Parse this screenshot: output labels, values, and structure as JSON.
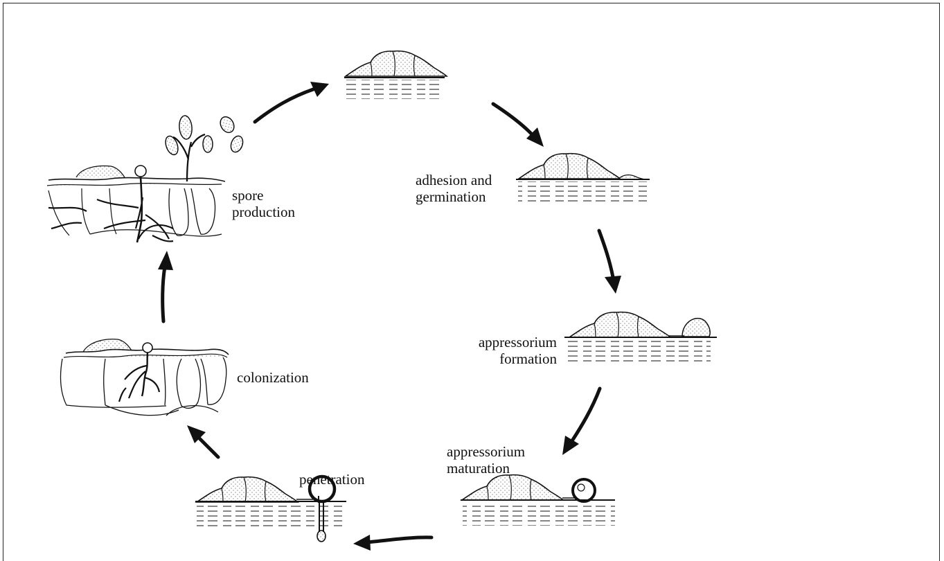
{
  "diagram": {
    "stages": [
      {
        "id": "spore-production",
        "label_lines": [
          "spore",
          "production"
        ]
      },
      {
        "id": "adhesion-germination",
        "label_lines": [
          "adhesion and",
          "germination"
        ]
      },
      {
        "id": "appressorium-formation",
        "label_lines": [
          "appressorium",
          "formation"
        ]
      },
      {
        "id": "appressorium-maturation",
        "label_lines": [
          "appressorium",
          "maturation"
        ]
      },
      {
        "id": "penetration",
        "label_lines": [
          "penetration"
        ]
      },
      {
        "id": "colonization",
        "label_lines": [
          "colonization"
        ]
      }
    ],
    "colors": {
      "ink": "#111111",
      "background": "#ffffff"
    }
  }
}
